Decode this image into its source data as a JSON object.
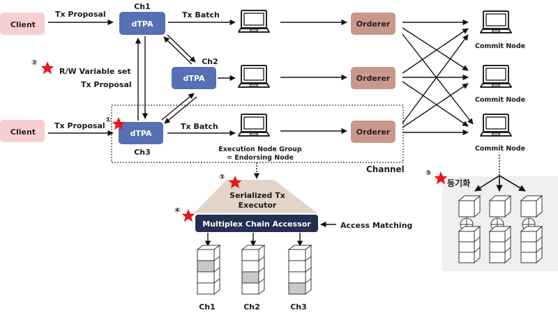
{
  "colors": {
    "client_fill": "#f8cfd0",
    "dtpa_fill": "#5670b3",
    "orderer_fill": "#c9988a",
    "accessor_fill": "#243052",
    "executor_fill": "#e3d4ca",
    "sync_panel_fill": "#efefef",
    "star": "#e8141c",
    "arrow": "#111111",
    "highlight_cell": "#c8c8c8"
  },
  "clients": [
    {
      "label": "Client",
      "edge_label": "Tx Proposal"
    },
    {
      "label": "Client",
      "edge_label": "Tx Proposal"
    }
  ],
  "dtpa": [
    {
      "channel": "Ch1",
      "label": "dTPA"
    },
    {
      "channel": "Ch2",
      "label": "dTPA"
    },
    {
      "channel": "Ch3",
      "label": "dTPA"
    }
  ],
  "tx_batch_label": "Tx Batch",
  "orderers": [
    {
      "label": "Orderer"
    },
    {
      "label": "Orderer"
    },
    {
      "label": "Orderer"
    }
  ],
  "commit_nodes": [
    {
      "label": "Commit Node"
    },
    {
      "label": "Commit Node"
    },
    {
      "label": "Commit Node"
    }
  ],
  "annotations": {
    "rw_set_line1": "R/W Variable set",
    "rw_set_line2": "Tx Proposal",
    "execution_group_line1": "Execution Node Group",
    "execution_group_line2": "= Endorsing Node",
    "channel": "Channel",
    "sync": "동기화",
    "access_matching": "Access Matching"
  },
  "markers": [
    {
      "number": "①"
    },
    {
      "number": "②"
    },
    {
      "number": "③"
    },
    {
      "number": "④"
    },
    {
      "number": "⑤"
    }
  ],
  "executor": {
    "line1": "Serialized Tx",
    "line2": "Executor"
  },
  "accessor": {
    "label": "Multiplex Chain Accessor"
  },
  "chain_stores": [
    {
      "label": "Ch1",
      "highlighted_cell": 2
    },
    {
      "label": "Ch2",
      "highlighted_cell": 3
    },
    {
      "label": "Ch3",
      "highlighted_cell": 4
    }
  ]
}
